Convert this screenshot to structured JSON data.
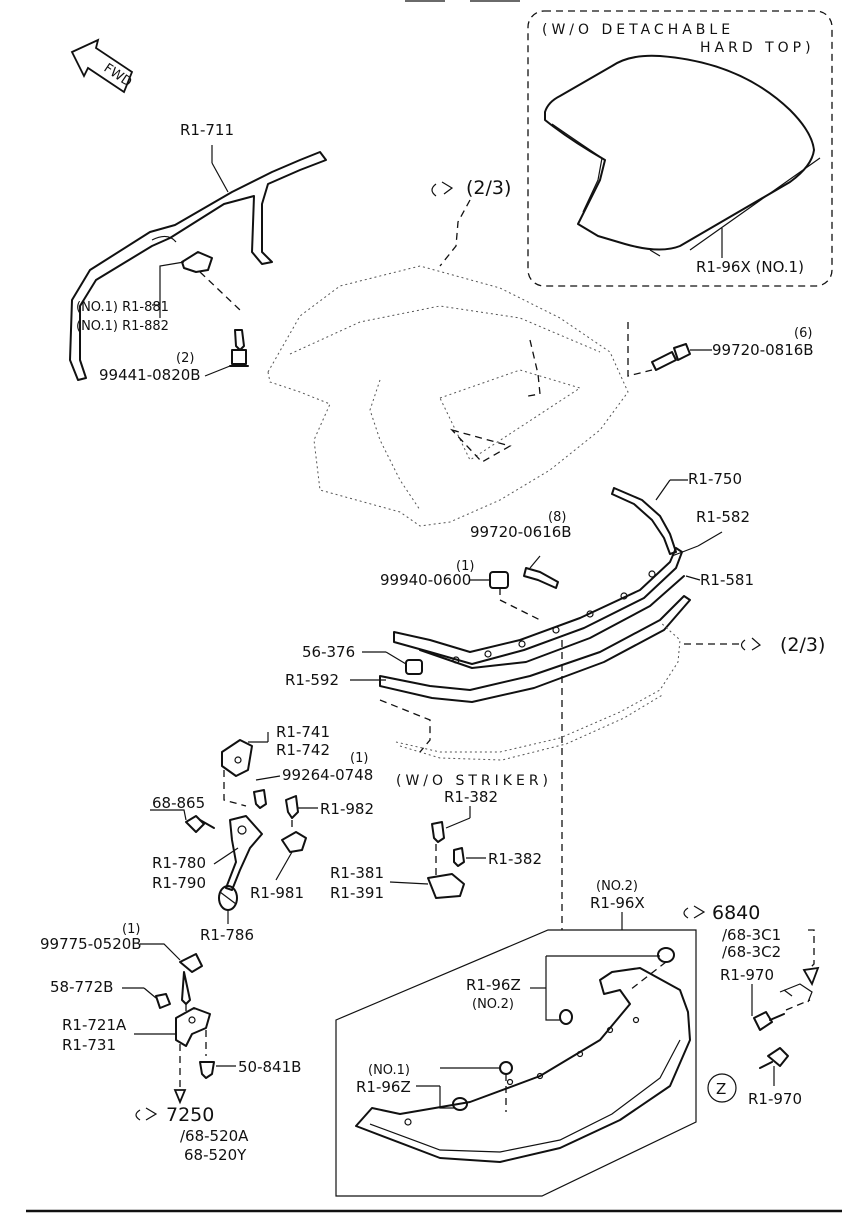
{
  "fwd": "FWD",
  "inset": {
    "line1": "(W/O DETACHABLE",
    "line2": "HARD TOP)",
    "part": "R1-96X (NO.1)"
  },
  "refs": {
    "top": "(2/3)",
    "side": "(2/3)",
    "p6840": "6840",
    "p7250": "7250",
    "p7250_sub1": "/68-520A",
    "p7250_sub2": "68-520Y"
  },
  "labels": {
    "r1_711": "R1-711",
    "r1_881": "(NO.1) R1-881",
    "r1_882": "(NO.1) R1-882",
    "qty_99441": "(2)",
    "p99441": "99441-0820B",
    "qty_99720_0816": "(6)",
    "p99720_0816": "99720-0816B",
    "r1_750": "R1-750",
    "qty_99720_0616": "(8)",
    "p99720_0616": "99720-0616B",
    "r1_582": "R1-582",
    "qty_99940": "(1)",
    "p99940": "99940-0600",
    "r1_581": "R1-581",
    "p56_376": "56-376",
    "r1_592": "R1-592",
    "r1_741": "R1-741",
    "r1_742": "R1-742",
    "qty_99264": "(1)",
    "p99264": "99264-0748",
    "p68_865": "68-865",
    "r1_982": "R1-982",
    "wo_striker": "(W/O STRIKER)",
    "r1_382a": "R1-382",
    "r1_382b": "R1-382",
    "r1_780": "R1-780",
    "r1_790": "R1-790",
    "r1_981": "R1-981",
    "r1_381": "R1-381",
    "r1_391": "R1-391",
    "r1_786": "R1-786",
    "no2": "(NO.2)",
    "r1_96x": "R1-96X",
    "sub_68_3c1": "/68-3C1",
    "sub_68_3c2": "/68-3C2",
    "qty_99775": "(1)",
    "p99775": "99775-0520B",
    "r1_96z_a": "R1-96Z",
    "r1_96z_a_no": "(NO.2)",
    "r1_970a": "R1-970",
    "p58_772b": "58-772B",
    "r1_721a": "R1-721A",
    "r1_731": "R1-731",
    "p50_841b": "50-841B",
    "r1_96z_b_no": "(NO.1)",
    "r1_96z_b": "R1-96Z",
    "z": "Z",
    "r1_970b": "R1-970"
  }
}
